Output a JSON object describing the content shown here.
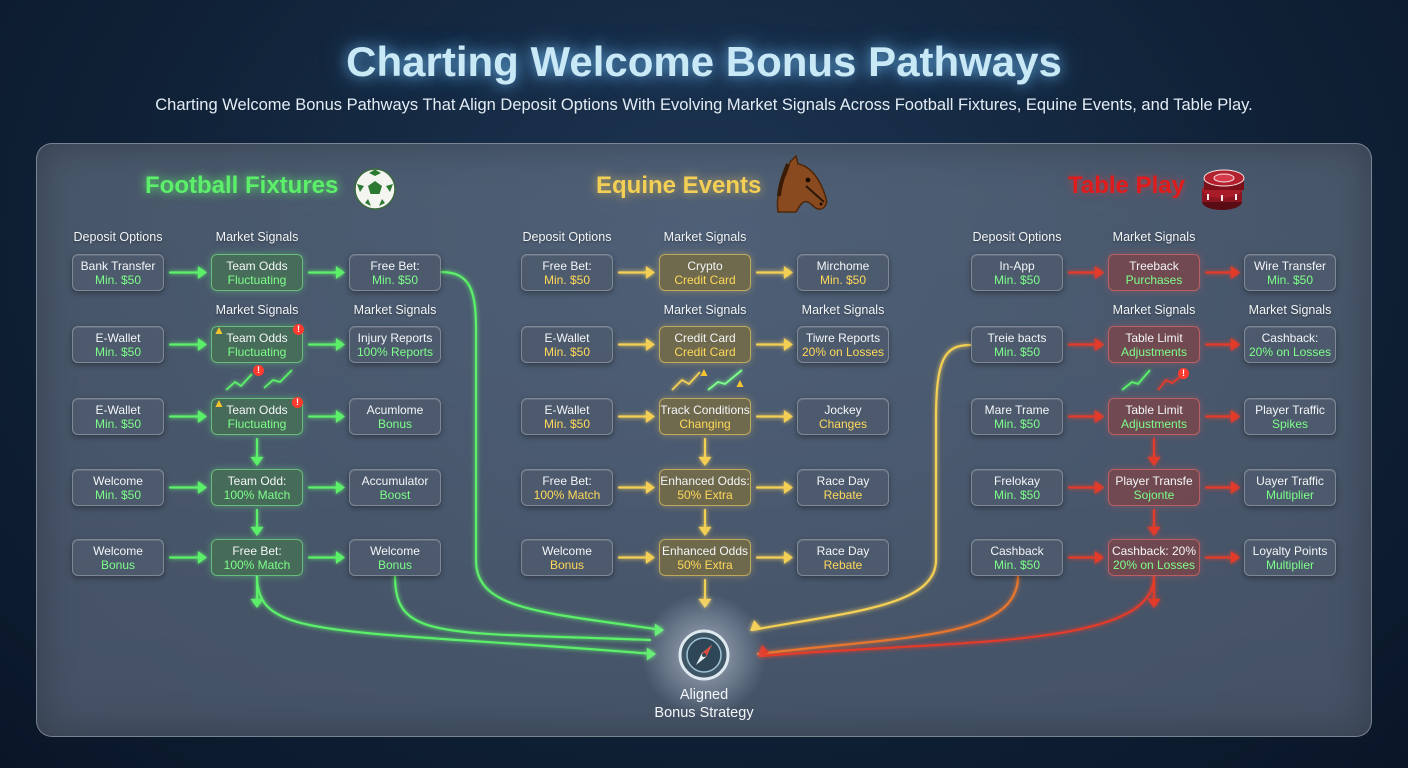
{
  "header": {
    "title": "Charting Welcome Bonus Pathways",
    "subtitle": "Charting Welcome Bonus Pathways That Align Deposit Options With Evolving Market Signals Across Football Fixtures, Equine Events, and Table Play."
  },
  "colors": {
    "football": "#5cf06a",
    "equine": "#f3cf55",
    "table": "#e01b1b",
    "table_flow": "#e33b2b",
    "secondary_text_green": "#7dff8a",
    "secondary_text_yellow": "#ffd95a"
  },
  "sections": {
    "football": {
      "title": "Football Fixtures",
      "icon": "soccer-ball-icon",
      "labels": {
        "deposit": "Deposit Options",
        "signals1": "Market Signals",
        "signals2": "Market Signals",
        "signals3": "Market Signals"
      },
      "rows": [
        [
          {
            "l1": "Bank Transfer",
            "l2": "Min. $50"
          },
          {
            "l1": "Team Odds",
            "l2": "Fluctuating"
          },
          {
            "l1": "Free Bet:",
            "l2": "Min. $50"
          }
        ],
        [
          {
            "l1": "E-Wallet",
            "l2": "Min. $50"
          },
          {
            "l1": "Team Odds",
            "l2": "Fluctuating"
          },
          {
            "l1": "Injury Reports",
            "l2": "100% Reports"
          }
        ],
        [
          {
            "l1": "E-Wallet",
            "l2": "Min. $50"
          },
          {
            "l1": "Team Odds",
            "l2": "Fluctuating"
          },
          {
            "l1": "Acumlome",
            "l2": "Bonus"
          }
        ],
        [
          {
            "l1": "Welcome",
            "l2": "Min. $50"
          },
          {
            "l1": "Team Odd:",
            "l2": "100% Match"
          },
          {
            "l1": "Accumulator",
            "l2": "Boost"
          }
        ],
        [
          {
            "l1": "Welcome",
            "l2": "Bonus"
          },
          {
            "l1": "Free Bet:",
            "l2": "100% Match"
          },
          {
            "l1": "Welcome",
            "l2": "Bonus"
          }
        ]
      ]
    },
    "equine": {
      "title": "Equine Events",
      "icon": "horse-head-icon",
      "labels": {
        "deposit": "Deposit Options",
        "signals1": "Market Signals",
        "signals2": "Market Signals",
        "signals3": "Market Signals"
      },
      "rows": [
        [
          {
            "l1": "Free Bet:",
            "l2": "Min. $50"
          },
          {
            "l1": "Crypto",
            "l2": "Credit Card"
          },
          {
            "l1": "Mirchome",
            "l2": "Min. $50"
          }
        ],
        [
          {
            "l1": "E-Wallet",
            "l2": "Min. $50"
          },
          {
            "l1": "Credit Card",
            "l2": "Credit Card"
          },
          {
            "l1": "Tiwre Reports",
            "l2": "20% on Losses"
          }
        ],
        [
          {
            "l1": "E-Wallet",
            "l2": "Min. $50"
          },
          {
            "l1": "Track Conditions",
            "l2": "Changing"
          },
          {
            "l1": "Jockey",
            "l2": "Changes"
          }
        ],
        [
          {
            "l1": "Free Bet:",
            "l2": "100% Match"
          },
          {
            "l1": "Enhanced Odds:",
            "l2": "50% Extra"
          },
          {
            "l1": "Race Day",
            "l2": "Rebate"
          }
        ],
        [
          {
            "l1": "Welcome",
            "l2": "Bonus"
          },
          {
            "l1": "Enhanced Odds",
            "l2": "50% Extra"
          },
          {
            "l1": "Race Day",
            "l2": "Rebate"
          }
        ]
      ]
    },
    "table": {
      "title": "Table Play",
      "icon": "poker-chips-icon",
      "labels": {
        "deposit": "Deposit Options",
        "signals1": "Market Signals",
        "signals2": "Market Signals",
        "signals3": "Market Signals"
      },
      "rows": [
        [
          {
            "l1": "In-App",
            "l2": "Min. $50"
          },
          {
            "l1": "Treeback",
            "l2": "Purchases"
          },
          {
            "l1": "Wire Transfer",
            "l2": "Min. $50"
          }
        ],
        [
          {
            "l1": "Treie bacts",
            "l2": "Min. $50"
          },
          {
            "l1": "Table Limit",
            "l2": "Adjustments"
          },
          {
            "l1": "Cashback:",
            "l2": "20% on Losses"
          }
        ],
        [
          {
            "l1": "Mare Trame",
            "l2": "Min. $50"
          },
          {
            "l1": "Table Limit",
            "l2": "Adjustments"
          },
          {
            "l1": "Player Traffic",
            "l2": "Spikes"
          }
        ],
        [
          {
            "l1": "Frelokay",
            "l2": "Min. $50"
          },
          {
            "l1": "Player Transfe",
            "l2": "Sojonte"
          },
          {
            "l1": "Uayer Traffic",
            "l2": "Multiplier"
          }
        ],
        [
          {
            "l1": "Cashback",
            "l2": "Min. $50"
          },
          {
            "l1": "Cashback: 20%",
            "l2": "20% on Losses"
          },
          {
            "l1": "Loyalty Points",
            "l2": "Multiplier"
          }
        ]
      ]
    }
  },
  "center": {
    "line1": "Aligned",
    "line2": "Bonus Strategy",
    "icon": "compass-icon"
  }
}
